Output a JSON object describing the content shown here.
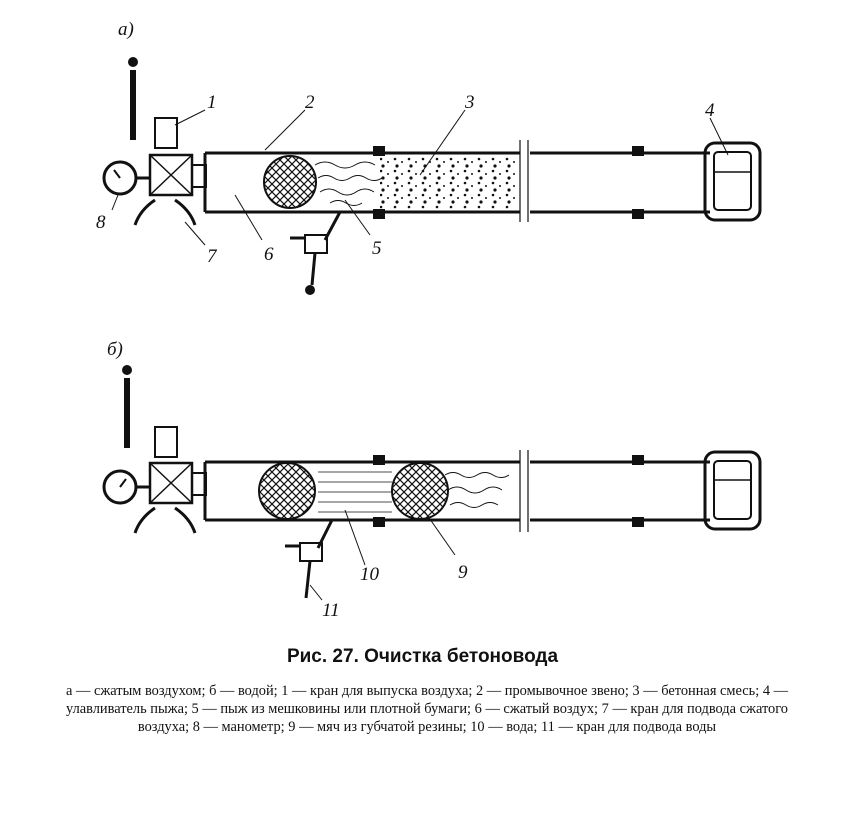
{
  "panels": {
    "a": {
      "letter": "а)"
    },
    "b": {
      "letter": "б)"
    }
  },
  "labels_a": [
    "1",
    "2",
    "3",
    "4",
    "5",
    "6",
    "7",
    "8"
  ],
  "labels_b": [
    "9",
    "10",
    "11"
  ],
  "caption": {
    "title": "Рис. 27. Очистка бетоновода",
    "text": "а — сжатым воздухом; б — водой; 1 — кран для выпуска воздуха; 2 — промывочное звено; 3 — бетонная смесь; 4 — улавливатель пыжа; 5 — пыж из мешковины или плотной бумаги; 6 — сжатый воздух; 7 — кран для подвода сжатого воздуха; 8 — манометр; 9 — мяч из губчатой резины; 10 — вода; 11 — кран для подвода воды"
  },
  "colors": {
    "ink": "#111111",
    "paper": "#ffffff"
  },
  "icons": [
    "valve-icon",
    "manometer-icon",
    "pipe-clamp-icon",
    "wad-catcher-icon"
  ]
}
